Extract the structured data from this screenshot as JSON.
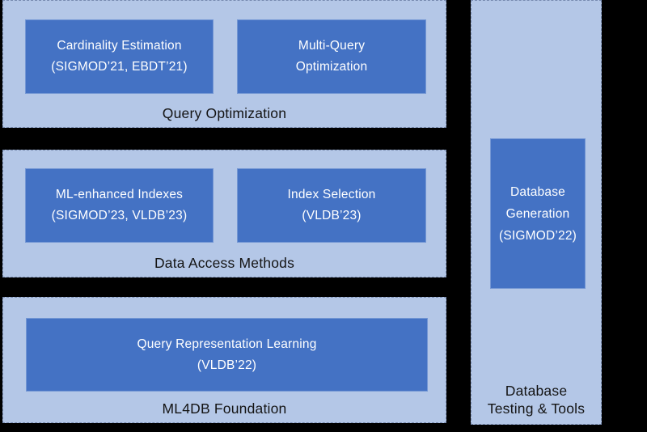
{
  "colors": {
    "background": "#000000",
    "panel_fill": "#b4c7e7",
    "box_fill": "#4472c4",
    "box_text": "#ffffff",
    "label_text": "#141414"
  },
  "panels": {
    "query_optimization": {
      "label": "Query Optimization",
      "boxes": {
        "cardinality_estimation": {
          "line1": "Cardinality Estimation",
          "line2": "(SIGMOD’21, EBDT’21)"
        },
        "multi_query_optimization": {
          "line1": "Multi-Query",
          "line2": "Optimization"
        }
      }
    },
    "data_access_methods": {
      "label": "Data Access Methods",
      "boxes": {
        "ml_enhanced_indexes": {
          "line1": "ML-enhanced Indexes",
          "line2": "(SIGMOD’23, VLDB’23)"
        },
        "index_selection": {
          "line1": "Index Selection",
          "line2": "(VLDB’23)"
        }
      }
    },
    "ml4db_foundation": {
      "label": "ML4DB Foundation",
      "boxes": {
        "query_representation_learning": {
          "line1": "Query Representation Learning",
          "line2": "(VLDB’22)"
        }
      }
    },
    "database_testing_tools": {
      "label_line1": "Database",
      "label_line2": "Testing & Tools",
      "boxes": {
        "database_generation": {
          "line1": "Database",
          "line2": "Generation",
          "line3": "(SIGMOD’22)"
        }
      }
    }
  }
}
